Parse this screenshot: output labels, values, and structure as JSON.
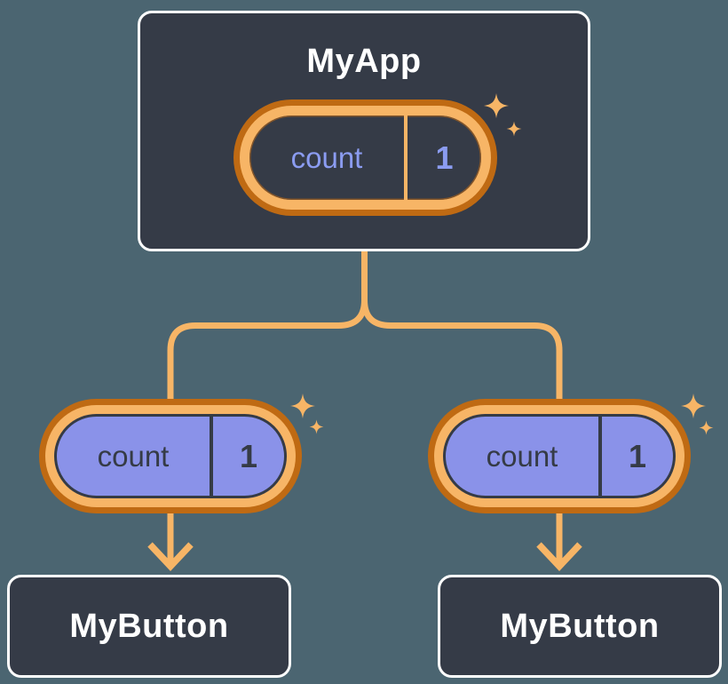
{
  "diagram": {
    "root": {
      "title": "MyApp",
      "state": {
        "label": "count",
        "value": "1"
      }
    },
    "children": [
      {
        "title": "MyButton",
        "prop": {
          "label": "count",
          "value": "1"
        }
      },
      {
        "title": "MyButton",
        "prop": {
          "label": "count",
          "value": "1"
        }
      }
    ]
  },
  "icons": {
    "sparkle": "four-point-sparkle"
  },
  "colors": {
    "bg": "#4B6571",
    "panel": "#353B47",
    "panel-border": "#FFFFFF",
    "ring-outer": "#BF6A13",
    "ring-inner": "#F7B566",
    "connector": "#F7B566",
    "purple-fill": "#8A92E9",
    "purple-text": "#8B9CF1",
    "dark-text": "#353B46",
    "title-text": "#FFFFFF"
  }
}
